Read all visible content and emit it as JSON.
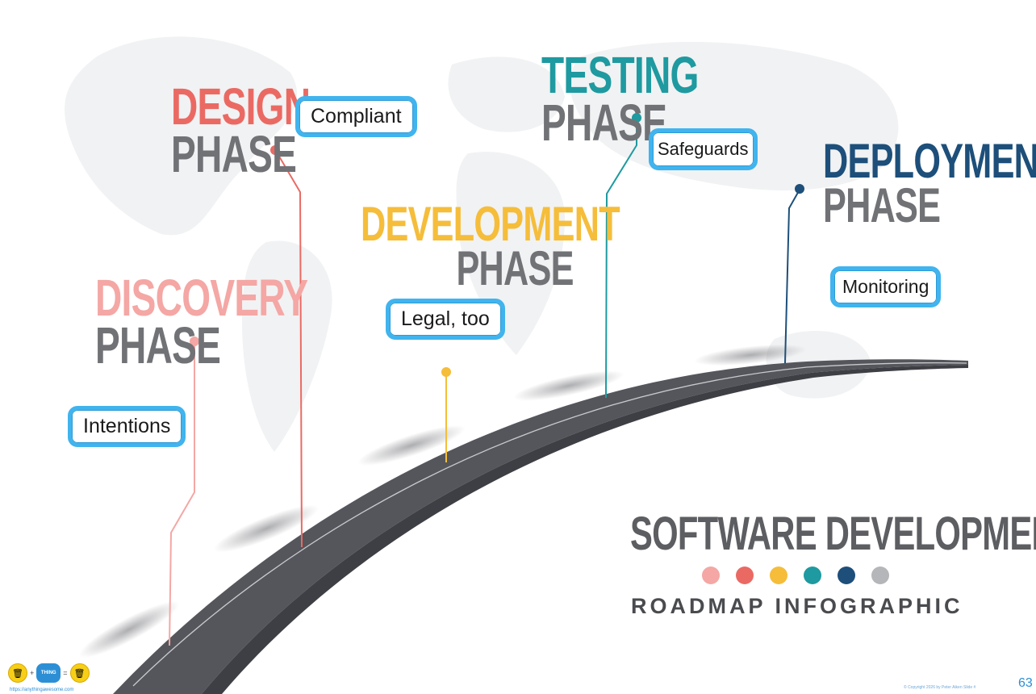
{
  "phases": [
    {
      "key": "discovery",
      "word": "DISCOVERY",
      "phase": "PHASE",
      "color": "#f4a7a4",
      "tag": "Intentions"
    },
    {
      "key": "design",
      "word": "DESIGN",
      "phase": "PHASE",
      "color": "#ea6a63",
      "tag": "Compliant"
    },
    {
      "key": "development",
      "word": "DEVELOPMENT",
      "phase": "PHASE",
      "color": "#f5bd3a",
      "tag": "Legal, too"
    },
    {
      "key": "testing",
      "word": "TESTING",
      "phase": "PHASE",
      "color": "#1e9aa0",
      "tag": "Safeguards"
    },
    {
      "key": "deployment",
      "word": "DEPLOYMENT",
      "phase": "PHASE",
      "color": "#1d4f7a",
      "tag": "Monitoring"
    }
  ],
  "title": {
    "main": "SOFTWARE DEVELOPMENT",
    "sub": "ROADMAP INFOGRAPHIC",
    "dot_colors": [
      "#f4a7a4",
      "#ea6a63",
      "#f5bd3a",
      "#1e9aa0",
      "#1d4f7a",
      "#b5b6ba"
    ]
  },
  "footer": {
    "link": "https://anythingawesome.com",
    "logo_text": "THING",
    "copyright": "© Copyright     2026     by Peter Aiken     Slide #",
    "slide_number": "63"
  },
  "colors": {
    "road": "#55565c",
    "road_edge": "#3e3f44",
    "tag_border": "#40b4ee",
    "phase_gray": "#717276"
  }
}
